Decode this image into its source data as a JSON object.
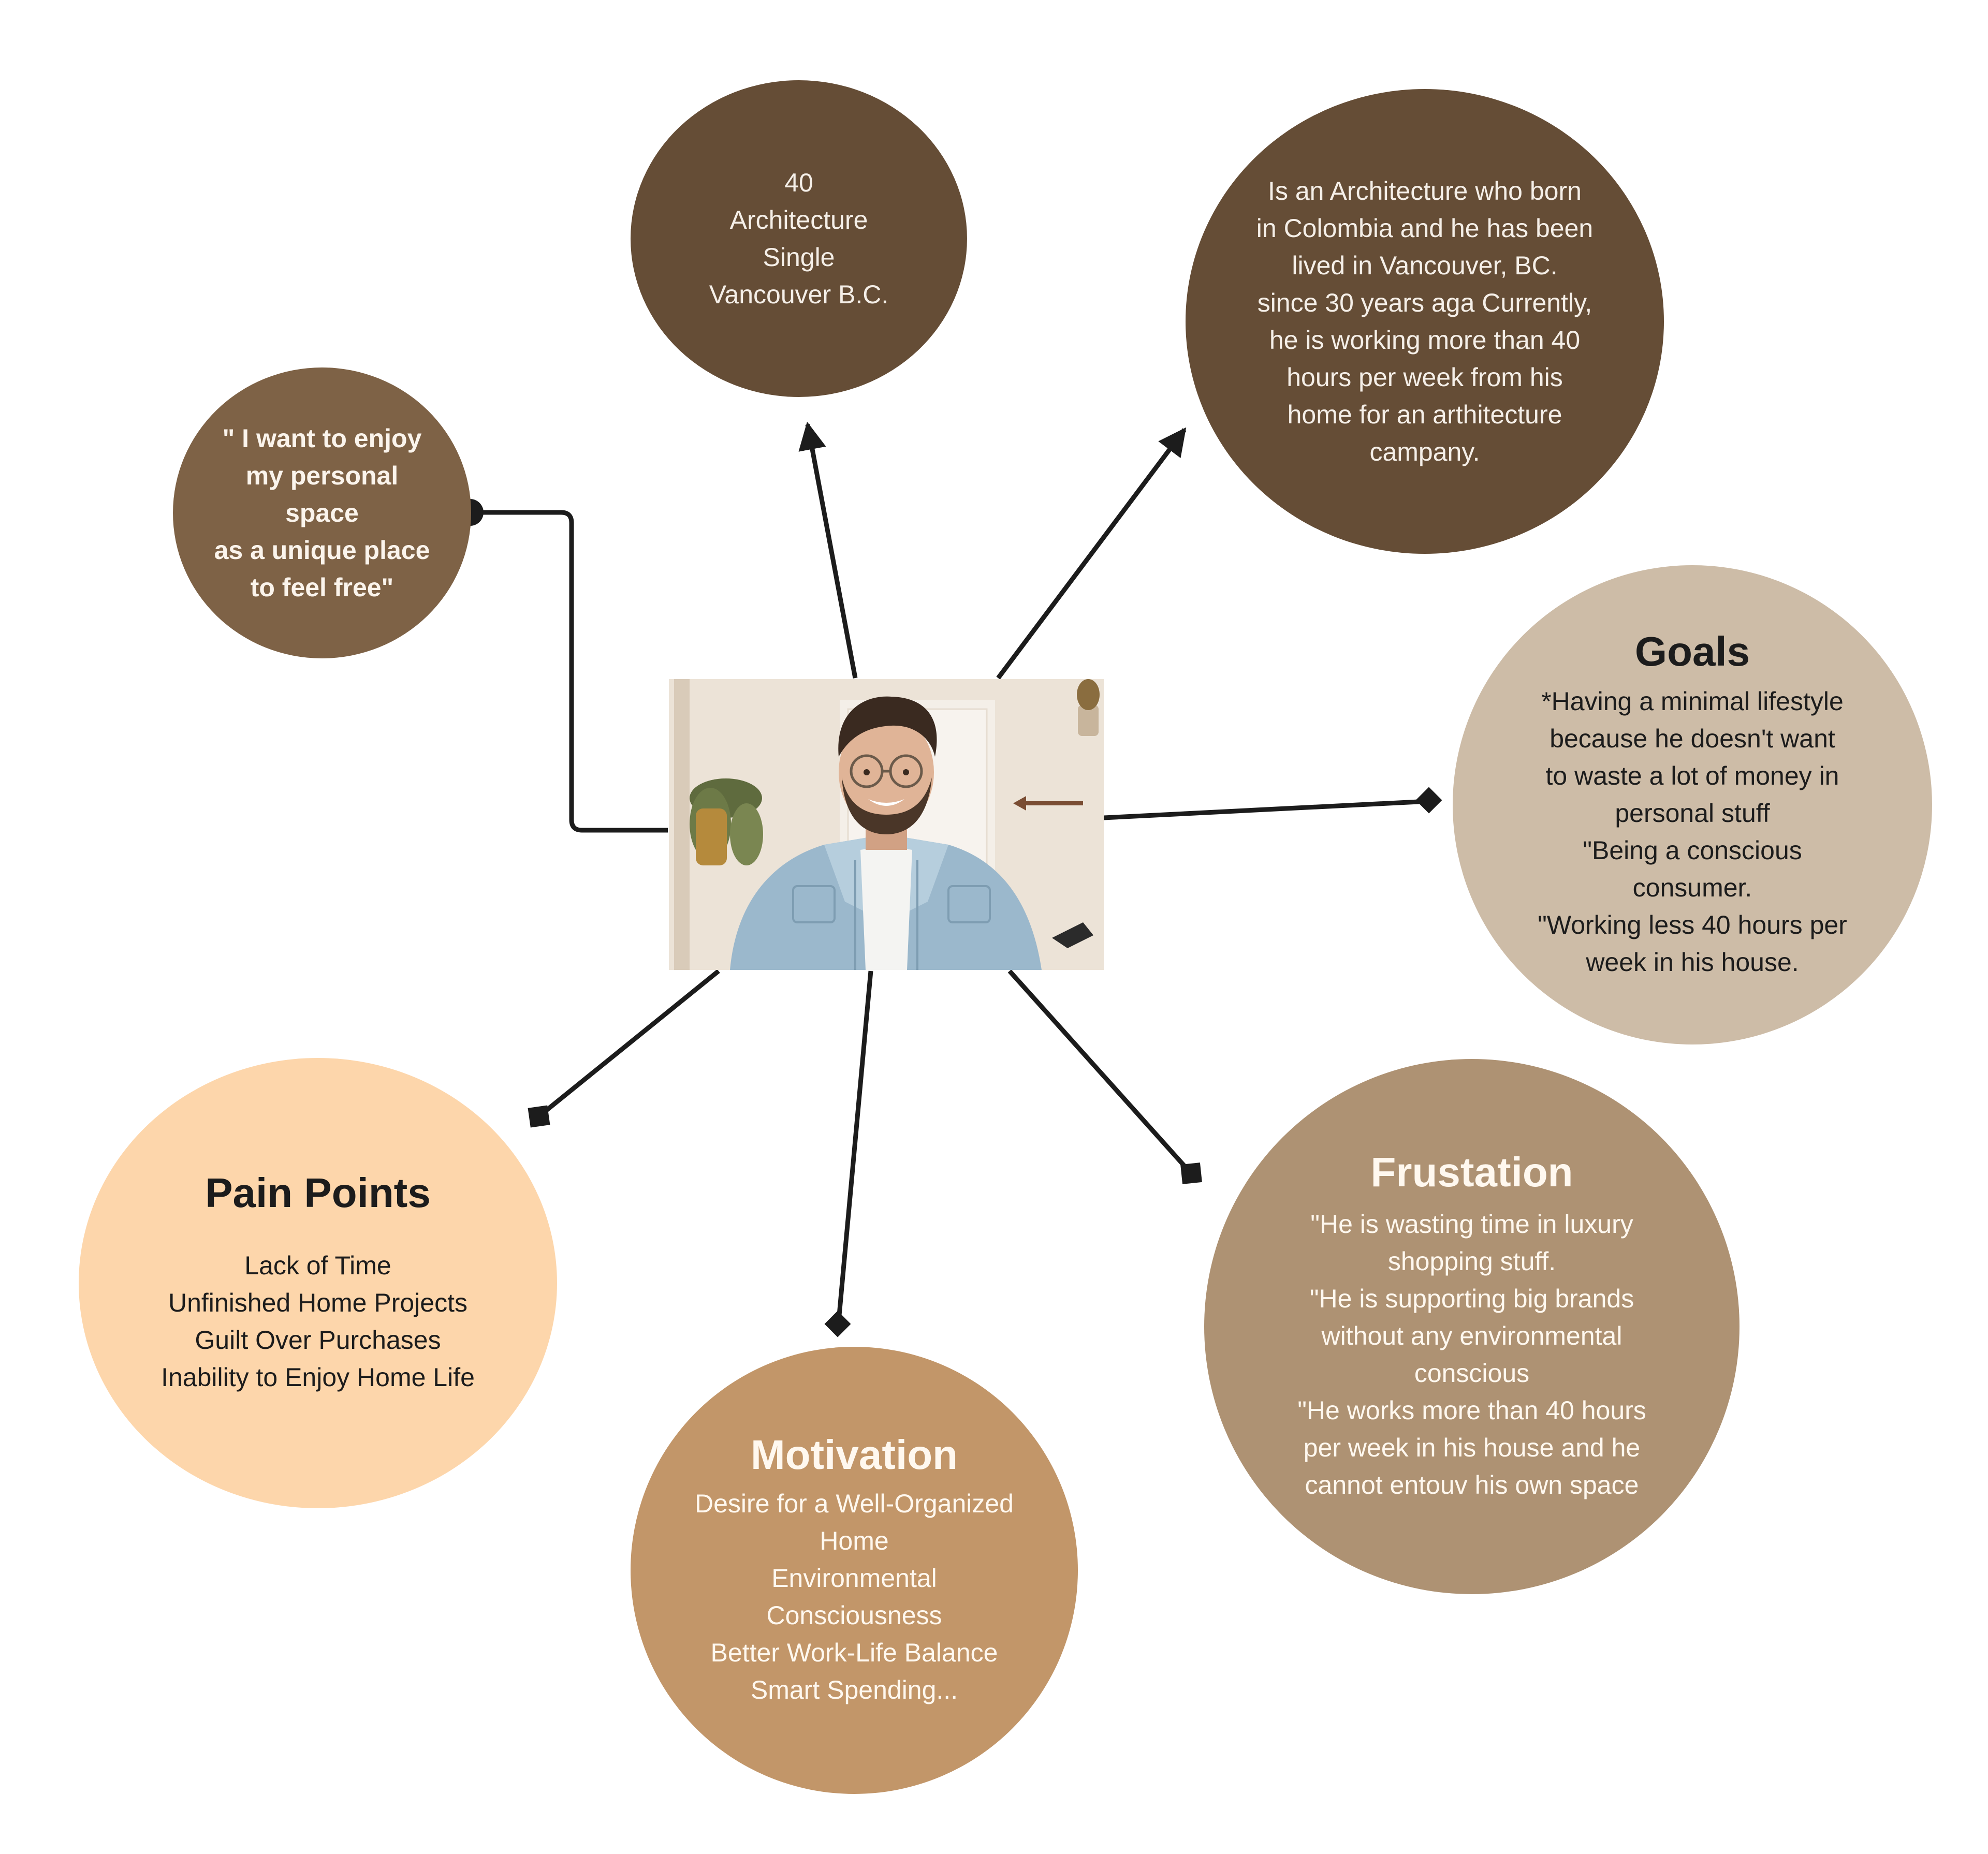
{
  "persona": {
    "quote": {
      "lines": [
        "\" I want to enjoy",
        "my personal",
        "space",
        "as a unique place",
        "to feel free\""
      ]
    },
    "demographics": {
      "lines": [
        "40",
        "Architecture",
        "Single",
        "Vancouver B.C."
      ]
    },
    "bio": {
      "lines": [
        "Is an Architecture who born",
        "in Colombia and he has been",
        "lived in Vancouver, BC.",
        "since 30 years aga Currently,",
        "he is working more than 40",
        "hours per week from his",
        "home for an arthitecture",
        "campany."
      ]
    },
    "goals": {
      "title": "Goals",
      "lines": [
        "*Having a minimal lifestyle",
        "because he doesn't want",
        "to waste a lot of money in",
        "personal stuff",
        "\"Being a conscious",
        "consumer.",
        "\"Working less 40 hours per",
        "week in his house."
      ]
    },
    "pain_points": {
      "title": "Pain Points",
      "lines": [
        "Lack of Time",
        "Unfinished Home Projects",
        "Guilt Over Purchases",
        "Inability to Enjoy Home Life"
      ]
    },
    "motivation": {
      "title": "Motivation",
      "lines": [
        "Desire for a Well-Organized",
        "Home",
        "Environmental",
        "Consciousness",
        "Better Work-Life Balance",
        "Smart Spending..."
      ]
    },
    "frustration": {
      "title": "Frustation",
      "lines": [
        "\"He is wasting time in luxury",
        "shopping stuff.",
        "\"He is supporting big brands",
        "without any environmental",
        "conscious",
        "\"He works more than 40 hours",
        "per week in his house and he",
        "cannot entouv his own space"
      ]
    }
  },
  "colors": {
    "dark_brown": "#654d36",
    "medium_brown": "#7e6246",
    "tan": "#cdbca7",
    "peach": "#fdd6ab",
    "caramel": "#c29669",
    "taupe": "#ae9273",
    "connector": "#1c1c1c"
  }
}
